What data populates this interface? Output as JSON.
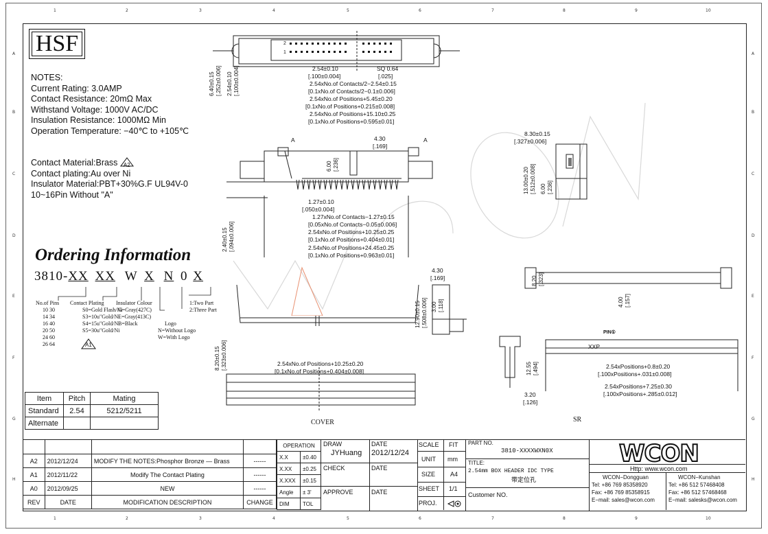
{
  "border": {
    "columns": [
      "1",
      "2",
      "3",
      "4",
      "5",
      "6",
      "7",
      "8",
      "9",
      "10"
    ],
    "rows": [
      "A",
      "B",
      "C",
      "D",
      "E",
      "F",
      "G",
      "H"
    ]
  },
  "logo": "HSF",
  "notes": [
    "NOTES:",
    "Current Rating: 3.0AMP",
    "Contact Resistance: 20mΩ Max",
    "Withstand Voltage: 1000V AC/DC",
    "Insulation Resistance: 1000MΩ Min",
    "Operation Temperature: −40℃ to +105℃"
  ],
  "materials": [
    "Contact Material:Brass",
    "Contact plating:Au over Ni",
    "Insulator Material:PBT+30%G.F UL94V-0",
    "10~16Pin Without \"A\""
  ],
  "revision_marker": "A2",
  "ordering": {
    "title": "Ordering Information",
    "code_parts": [
      "3810-",
      "XX",
      "XX",
      "W",
      "X",
      "N",
      "0",
      "X"
    ],
    "pins_label": "No.of Pins",
    "pins": [
      "10 30",
      "14 34",
      "16 40",
      "20 50",
      "24 60",
      "26 64"
    ],
    "plating_label": "Contact Plating",
    "plating": [
      "S0=Gold Flash/Ni",
      "S3=10u\"Gold/Ni",
      "S4=15u\"Gold/Ni",
      "S5=30u\"Gold/Ni"
    ],
    "colour_label": "Insulator Colour",
    "colour": [
      "G=Gray(427C)",
      "E=Gray(413C)",
      "B=Black"
    ],
    "logo_label": "Logo",
    "logo_opts": [
      "N=Without Logo",
      "W=With Logo"
    ],
    "part_opts": [
      "1:Two Part",
      "2:Three Part"
    ],
    "marker": "A1"
  },
  "mating_table": {
    "headers": [
      "Item",
      "Pitch",
      "Mating"
    ],
    "rows": [
      [
        "Standard",
        "2.54",
        "5212/5211"
      ],
      [
        "Alternate",
        "",
        ""
      ]
    ]
  },
  "top_view": {
    "pin_labels": [
      "2",
      "1"
    ],
    "dims": [
      "2.54±0.10",
      "[.100±0.004]",
      "SQ 0.64",
      "[.025]",
      "2.54xNo.of Contacts/2−2.54±0.15",
      "[0.1xNo.of Contacts/2−0.1±0.006]",
      "2.54xNo.of Positions+5.45±0.20",
      "[0.1xNo.of Positions+0.215±0.008]",
      "2.54xNo.of Positions+15.10±0.25",
      "[0.1xNo.of Positions+0.595±0.01]"
    ],
    "vdims": [
      "6.40±0.15",
      "[.252±0.006]",
      "2.54±0.10",
      "[.100±0.004]"
    ]
  },
  "front_view": {
    "section_marks": [
      "A",
      "A"
    ],
    "dims": [
      "4.30",
      "[.169]",
      "6.00",
      "[.236]",
      "1.27±0.10",
      "[.050±0.004]",
      "1.27xNo.of Contacts−1.27±0.15",
      "[0.05xNo.of Contacts−0.05±0.006]",
      "2.54xNo.of Positions+10.25±0.25",
      "[0.1xNo.of Positions+0.404±0.01]",
      "2.54xNo.of Positions+24.45±0.25",
      "[0.1xNo.of Positions+0.963±0.01]"
    ],
    "vdims": [
      "2.40±0.15",
      "[.094±0.006]"
    ]
  },
  "side_view": {
    "dims": [
      "8.30±0.15",
      "[.327±0.006]",
      "13.00±0.20",
      "[.512±0.008]",
      "6.00",
      "[.236]"
    ]
  },
  "cover": {
    "label": "COVER",
    "dims": [
      "4.30",
      "[.169]",
      "12.90±0.15",
      "[.508±0.006]",
      "3.00",
      "[.118]",
      "2.54xNo.of Positions+10.25±0.20",
      "[0.1xNo.of Positions+0.404±0.008]",
      "8.20±0.15",
      "[.323±0.006]"
    ]
  },
  "sr": {
    "label": "SR",
    "dims": [
      "8.20",
      "[.323]",
      "4.00",
      "[.157]",
      "PIN①",
      "XXP",
      "12.55",
      "[.494]",
      "3.20",
      "[.126]",
      "2.54xPositions+0.8±0.20",
      "[.100xPositions+.031±0.008]",
      "2.54xPositions+7.25±0.30",
      "[.100xPositions+.285±0.012]"
    ]
  },
  "revisions": [
    [
      "A2",
      "2012/12/24",
      "MODIFY THE NOTES:Phosphor Bronze — Brass",
      "------"
    ],
    [
      "A1",
      "2012/11/22",
      "Modify The Contact Plating",
      "------"
    ],
    [
      "A0",
      "2012/09/25",
      "NEW",
      "------"
    ]
  ],
  "rev_headers": [
    "REV",
    "DATE",
    "MODIFICATION DESCRIPTION",
    "CHANGE"
  ],
  "title_block": {
    "operation": "OPERATION",
    "tol_rows": [
      [
        "X.X",
        "±0.40"
      ],
      [
        "X.XX",
        "±0.25"
      ],
      [
        "X.XXX",
        "±0.15"
      ],
      [
        "Angle",
        "± 3'"
      ]
    ],
    "dim": "DIM",
    "tol": "TOL",
    "draw": "DRAW",
    "drawer": "JYHuang",
    "check": "CHECK",
    "approve": "APPROVE",
    "date": "DATE",
    "draw_date": "2012/12/24",
    "scale": "SCALE",
    "scale_val": "FIT",
    "unit": "UNIT",
    "unit_val": "mm",
    "size": "SIZE",
    "size_val": "A4",
    "sheet": "SHEET",
    "sheet_val": "1/1",
    "proj": "PROJ.",
    "part_no_label": "PART NO.",
    "part_no": "3810-XXXXWXN0X",
    "title_label": "TITLE:",
    "title_en": "2.54mm BOX HEADER IDC TYPE",
    "title_cn": "带定位孔",
    "customer": "Customer NO.",
    "brand": "WCON",
    "http": "Http: www.wcon.com",
    "dg_name": "WCON−Dongguan",
    "dg_tel": "Tel: +86 769 85358920",
    "dg_fax": "Fax: +86 769 85358915",
    "dg_mail": "E−mail: sales@wcon.com",
    "ks_name": "WCON−Kunshan",
    "ks_tel": "Tel: +86 512 57468408",
    "ks_fax": "Fax: +86 512 57468468",
    "ks_mail": "E−mail: salesks@wcon.com"
  },
  "colors": {
    "line": "#222222",
    "triangle": "#e06040",
    "watermark": "#d0d0d0"
  }
}
